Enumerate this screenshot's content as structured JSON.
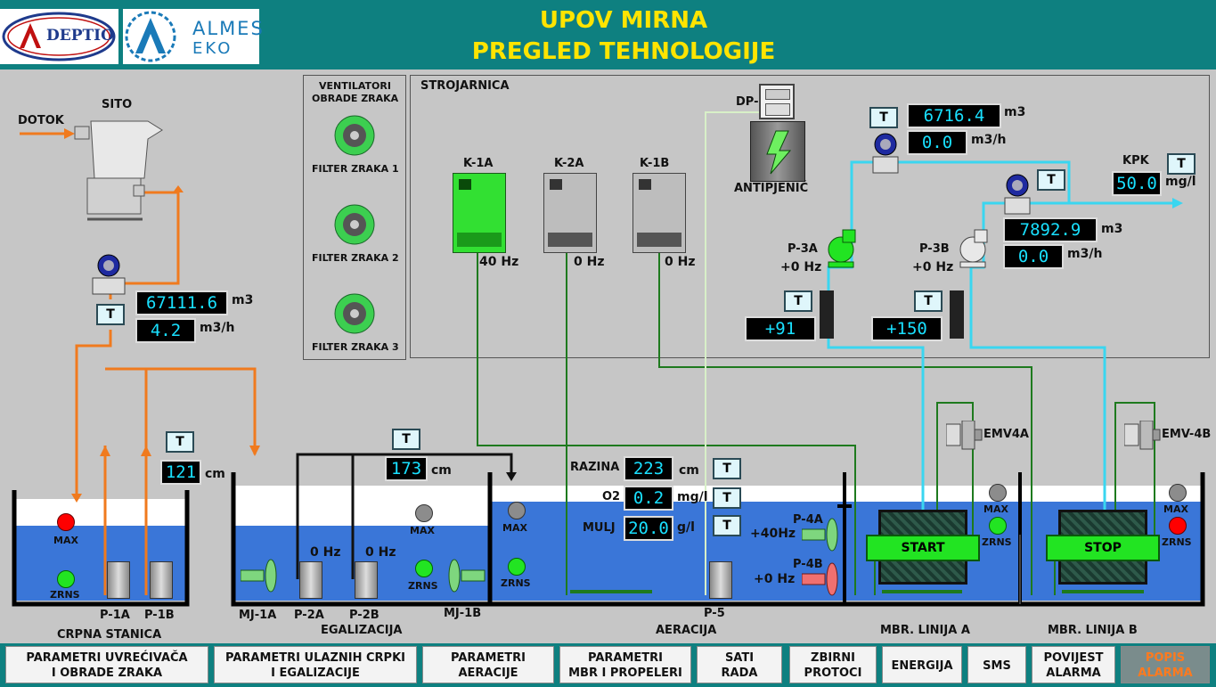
{
  "header": {
    "title_line1": "UPOV MIRNA",
    "title_line2": "PREGLED TEHNOLOGIJE",
    "logo_left_text": "DEPTIO",
    "logo_right_text1": "ALMES",
    "logo_right_text2": "EKO"
  },
  "labels": {
    "dotok": "DOTOK",
    "sito": "SITO",
    "ventilatori": "VENTILATORI",
    "obrade_zraka": "OBRADE ZRAKA",
    "filter1": "FILTER ZRAKA 1",
    "filter2": "FILTER ZRAKA 2",
    "filter3": "FILTER ZRAKA 3",
    "strojarnica": "STROJARNICA",
    "k1a": "K-1A",
    "k2a": "K-2A",
    "k1b": "K-1B",
    "dp": "DP-",
    "antipjenic": "ANTIPJENIĆ",
    "kpk": "KPK",
    "p3a": "P-3A",
    "p3b": "P-3B",
    "p4a": "P-4A",
    "p4b": "P-4B",
    "emv4a": "EMV4A",
    "emv4b": "EMV-4B",
    "razina": "RAZINA",
    "o2": "O2",
    "mulj": "MULJ",
    "max": "MAX",
    "zrns": "ZRNS",
    "p1a": "P-1A",
    "p1b": "P-1B",
    "mj1a": "MJ-1A",
    "p2a": "P-2A",
    "p2b": "P-2B",
    "mj1b": "MJ-1B",
    "p5": "P-5",
    "crpna": "CRPNA STANICA",
    "egalizacija": "EGALIZACIJA",
    "aeracija": "AERACIJA",
    "mbr_a": "MBR. LINIJA A",
    "mbr_b": "MBR. LINIJA B"
  },
  "units": {
    "m3": "m3",
    "m3h": "m3/h",
    "cm": "cm",
    "mgl": "mg/l",
    "gl": "g/l",
    "hz": "Hz"
  },
  "values": {
    "inflow_total": "67111.6",
    "inflow_rate": "4.2",
    "crpna_level": "121",
    "egal_level": "173",
    "razina": "223",
    "o2": "0.2",
    "mulj": "20.0",
    "p3a_total": "6716.4",
    "p3a_rate": "0.0",
    "p3b_total": "7892.9",
    "p3b_rate": "0.0",
    "kpk": "50.0",
    "pressure_a": "+91",
    "pressure_b": "+150",
    "k1a_hz": "40",
    "k2a_hz": "0",
    "k1b_hz": "0",
    "p3a_hz": "+0",
    "p3b_hz": "+0",
    "p4a_hz": "+40",
    "p4b_hz": "+0",
    "p2a_hz": "0",
    "p2b_hz": "0"
  },
  "buttons": {
    "t": "T",
    "start": "START",
    "stop": "STOP"
  },
  "nav": [
    {
      "l1": "PARAMETRI UVREĆIVAČA",
      "l2": "I OBRADE ZRAKA"
    },
    {
      "l1": "PARAMETRI ULAZNIH CRPKI",
      "l2": "I EGALIZACIJE"
    },
    {
      "l1": "PARAMETRI",
      "l2": "AERACIJE"
    },
    {
      "l1": "PARAMETRI",
      "l2": "MBR I PROPELERI"
    },
    {
      "l1": "SATI",
      "l2": "RADA"
    },
    {
      "l1": "ZBIRNI",
      "l2": "PROTOCI"
    },
    {
      "l1": "ENERGIJA",
      "l2": ""
    },
    {
      "l1": "SMS",
      "l2": ""
    },
    {
      "l1": "POVIJEST",
      "l2": "ALARMA"
    },
    {
      "l1": "POPIS",
      "l2": "ALARMA"
    }
  ],
  "colors": {
    "header_bg": "#0e8080",
    "title": "#ffe400",
    "water": "#3a76d8",
    "pipe_orange": "#f07a1e",
    "pipe_green": "#1e7a1e",
    "pipe_cyan": "#3ad6f0",
    "pipe_light": "#d8f0c8",
    "alarm_red": "#ff0000",
    "ok_green": "#22e422",
    "alarm_nav_text": "#ff7a1e"
  }
}
